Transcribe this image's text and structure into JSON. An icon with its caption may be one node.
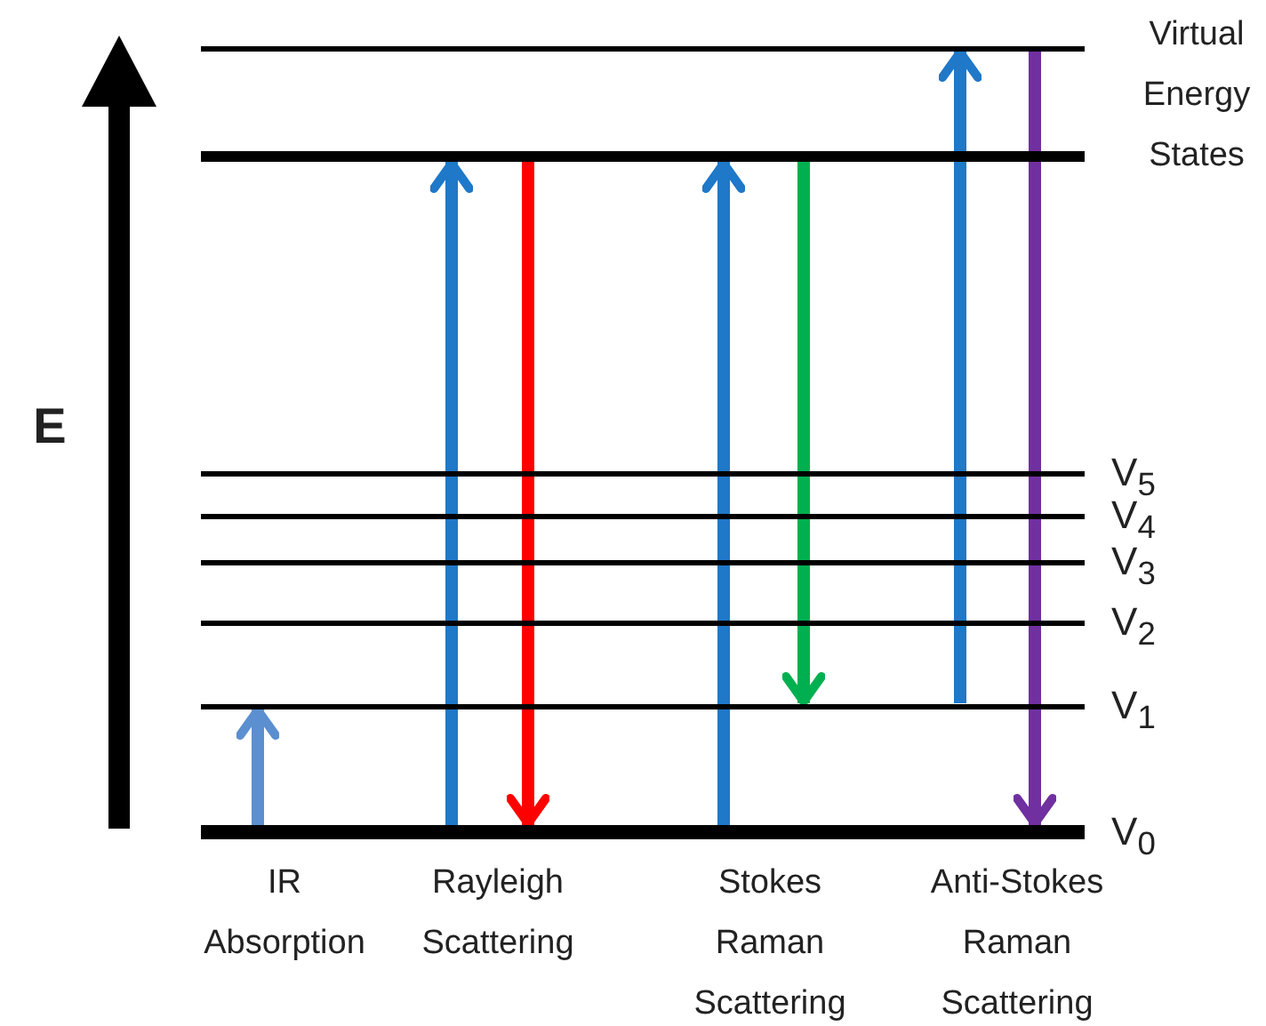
{
  "diagram": {
    "nodes": [
      {
        "text": [],
        "shape": "bar"
      },
      {
        "text": [],
        "shape": "bar"
      },
      {
        "text": [
          "V$_{5}$"
        ]
      },
      {
        "text": [
          "V$_{4}$"
        ]
      },
      {
        "text": [
          "V$_{3}$"
        ]
      },
      {
        "text": [
          "V$_{2}$"
        ]
      },
      {
        "text": [
          "V$_{1}$"
        ]
      },
      {
        "text": [
          "V$_{0}$"
        ]
      }
    ],
    "edges": [
      {
        "from": 7,
        "to": 6,
        "arrow": "to",
        "color": "#5b8fd0"
      },
      {
        "from": 7,
        "to": 1,
        "arrow": "to"
      },
      {
        "from": 1,
        "to": 7,
        "arrow": "to",
        "color": "#ff0000"
      },
      {
        "from": 7,
        "to": 1,
        "arrow": "to"
      },
      {
        "from": 1,
        "to": 6,
        "arrow": "to",
        "color": "#00b050"
      },
      {
        "from": 6,
        "to": 0,
        "arrow": "to"
      },
      {
        "from": 0,
        "to": 7,
        "arrow": "to",
        "color": "#7030a0"
      }
    ],
    "labels": [
      "Virtual Energy States",
      "E",
      "IR Absorption",
      "Rayleigh Scattering",
      "Stokes Raman Scattering",
      "Anti-Stokes Raman Scattering"
    ]
  }
}
